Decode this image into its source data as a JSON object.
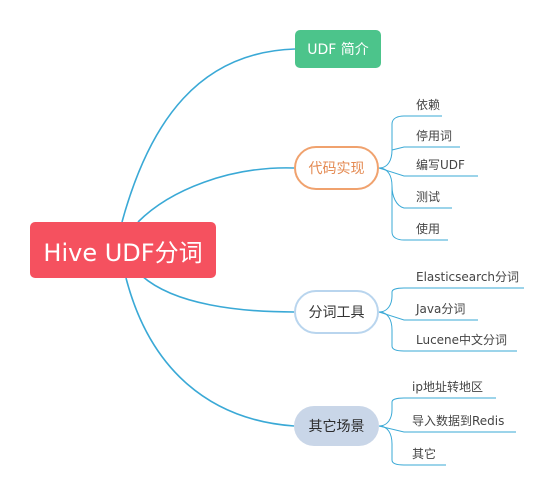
{
  "root": {
    "label": "Hive UDF分词"
  },
  "branches": [
    {
      "label": "UDF 简介",
      "children": []
    },
    {
      "label": "代码实现",
      "children": [
        "依赖",
        "停用词",
        "编写UDF",
        "测试",
        "使用"
      ]
    },
    {
      "label": "分词工具",
      "children": [
        "Elasticsearch分词",
        "Java分词",
        "Lucene中文分词"
      ]
    },
    {
      "label": "其它场景",
      "children": [
        "ip地址转地区",
        "导入数据到Redis",
        "其它"
      ]
    }
  ],
  "colors": {
    "connector": "#3aa9d6",
    "root": "#f5515f",
    "intro": "#4cc48b",
    "code_border": "#f0a26e",
    "tools_border": "#b9d5ee",
    "other_fill": "#c9d6e8"
  }
}
